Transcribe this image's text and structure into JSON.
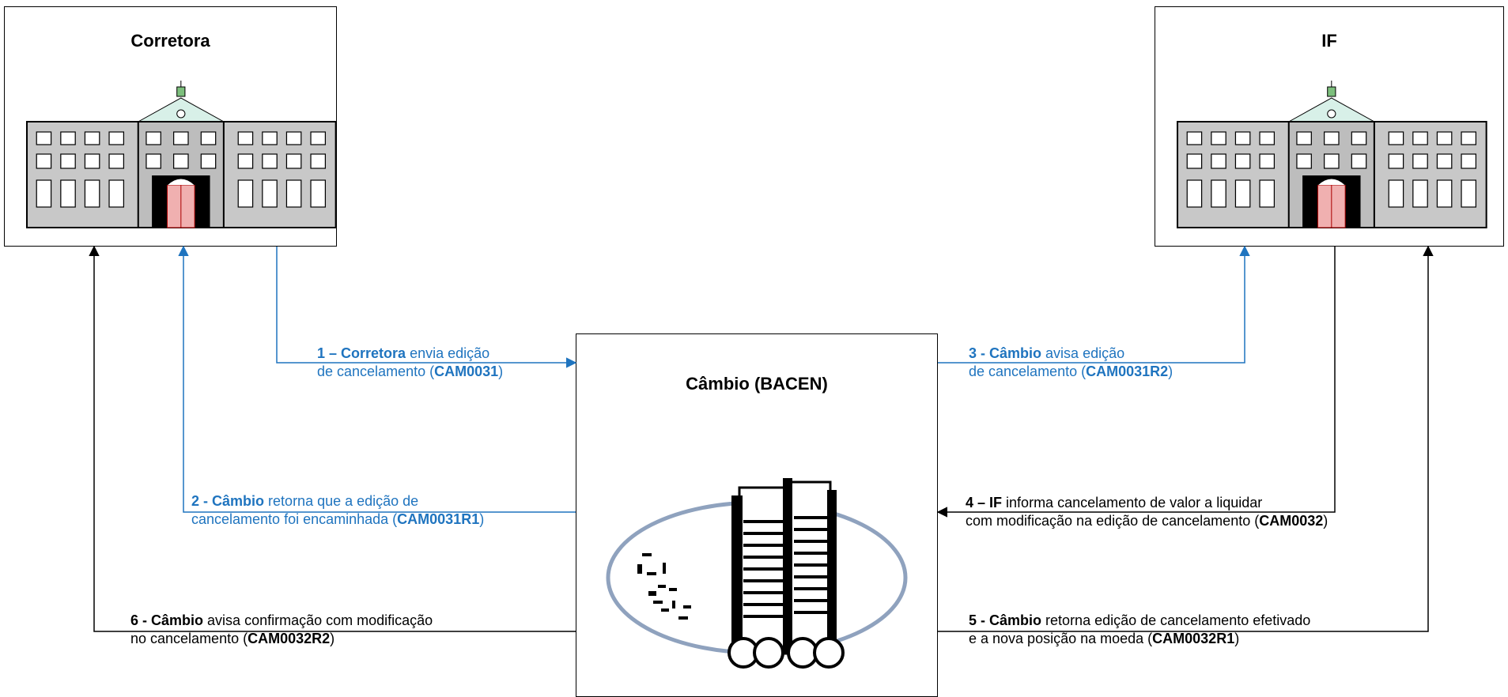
{
  "colors": {
    "flow_blue": "#1f74bf",
    "flow_black": "#000000"
  },
  "nodes": {
    "corretora": {
      "title": "Corretora",
      "icon": "building-icon"
    },
    "if": {
      "title": "IF",
      "icon": "building-icon"
    },
    "cambio": {
      "title": "Câmbio (BACEN)",
      "icon": "central-bank-tower-icon"
    }
  },
  "flows": [
    {
      "step": "1 –",
      "actor": "Corretora",
      "line1_rest": " envia edição",
      "line2_pre": "de cancelamento (",
      "code": "CAM0031",
      "line2_post": ")"
    },
    {
      "step": "2 -",
      "actor": "Câmbio",
      "line1_rest": " retorna que a edição de",
      "line2_pre": "cancelamento foi encaminhada (",
      "code": "CAM0031R1",
      "line2_post": ")"
    },
    {
      "step": "3 -",
      "actor": "Câmbio",
      "line1_rest": " avisa edição",
      "line2_pre": "de cancelamento (",
      "code": "CAM0031R2",
      "line2_post": ")"
    },
    {
      "step": "4 –",
      "actor": "IF",
      "line1_rest": " informa cancelamento de valor a liquidar",
      "line2_pre": "com modificação na edição de cancelamento (",
      "code": "CAM0032",
      "line2_post": ")"
    },
    {
      "step": "5 -",
      "actor": "Câmbio",
      "line1_rest": " retorna edição de cancelamento efetivado",
      "line2_pre": "e a nova posição na moeda  (",
      "code": "CAM0032R1",
      "line2_post": ")"
    },
    {
      "step": "6 -",
      "actor": "Câmbio",
      "line1_rest": " avisa confirmação com modificação",
      "line2_pre": "no cancelamento (",
      "code": "CAM0032R2",
      "line2_post": ")"
    }
  ]
}
